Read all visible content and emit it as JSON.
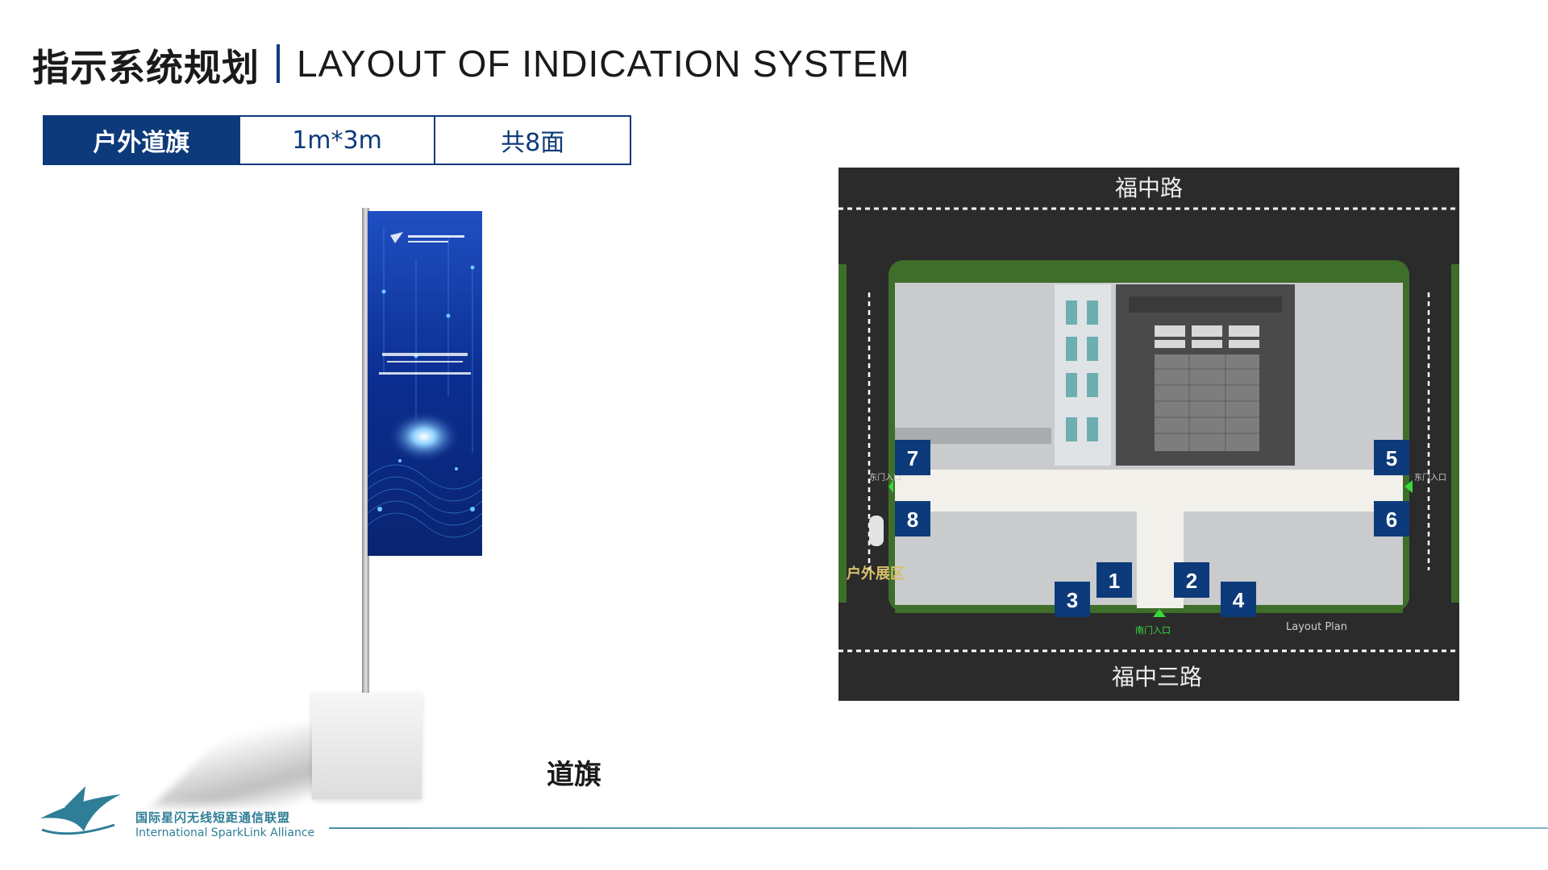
{
  "header": {
    "title_cn": "指示系统规划",
    "title_en": "LAYOUT OF INDICATION SYSTEM"
  },
  "spec_table": {
    "item": "户外道旗",
    "size": "1m*3m",
    "count": "共8面"
  },
  "flag": {
    "caption": "道旗"
  },
  "map": {
    "road_top": "福中路",
    "road_bottom": "福中三路",
    "outdoor_area": "户外展区",
    "south_entrance": "南门入口",
    "west_entrance": "东门入口",
    "east_entrance": "东门入口",
    "legend": "Layout Plan",
    "markers": [
      "1",
      "2",
      "3",
      "4",
      "5",
      "6",
      "7",
      "8"
    ],
    "colors": {
      "road": "#2b2b2b",
      "hedge": "#3e6e2a",
      "building": "#c9cbcd",
      "hall": "#4a4a4a",
      "marker": "#0d3a7a",
      "walkway": "#f1f0ea"
    }
  },
  "footer": {
    "org_cn": "国际星闪无线短距通信联盟",
    "org_en": "International SparkLink Alliance"
  },
  "theme": {
    "primary": "#0d3a7a",
    "accent": "#2f7e97"
  }
}
